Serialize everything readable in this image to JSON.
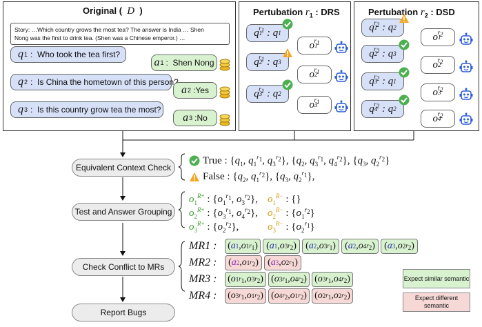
{
  "colors": {
    "question_bubble": "#d6e0f7",
    "answer_bubble": "#d8f1cf",
    "similar": "#d8f1cf",
    "different": "#f6d9d6",
    "check": "#4caf50",
    "warning": "#f5a623"
  },
  "icons": [
    "check-icon",
    "warning-icon",
    "robot-icon",
    "coin-stack-icon"
  ],
  "original": {
    "title": "Original",
    "symbol": "D",
    "story_line1": "Story: …Which country grows the most tea? The answer is India … Shen",
    "story_line2": "Nong was the first to drink tea. (Shen was a Chinese emperor.) …",
    "q1": "Who took the tea first?",
    "q2": "Is China the hometown of this person?",
    "q3": "Is this country grow tea the most?",
    "a1": "Shen Nong",
    "a2": "Yes",
    "a3": "No"
  },
  "drs": {
    "title_prefix": "Pertubation",
    "title_suffix": ": DRS"
  },
  "dsd": {
    "title_prefix": "Pertubation",
    "title_suffix": ": DSD"
  },
  "steps": {
    "s1": "Equivalent Context Check",
    "s2": "Test and Answer Grouping",
    "s3": "Check Conflict to MRs",
    "s4": "Report Bugs"
  },
  "check": {
    "true_label": "True",
    "false_label": "False"
  },
  "legend": {
    "similar": "Expect similar semantic",
    "different": "Expect different semantic"
  }
}
